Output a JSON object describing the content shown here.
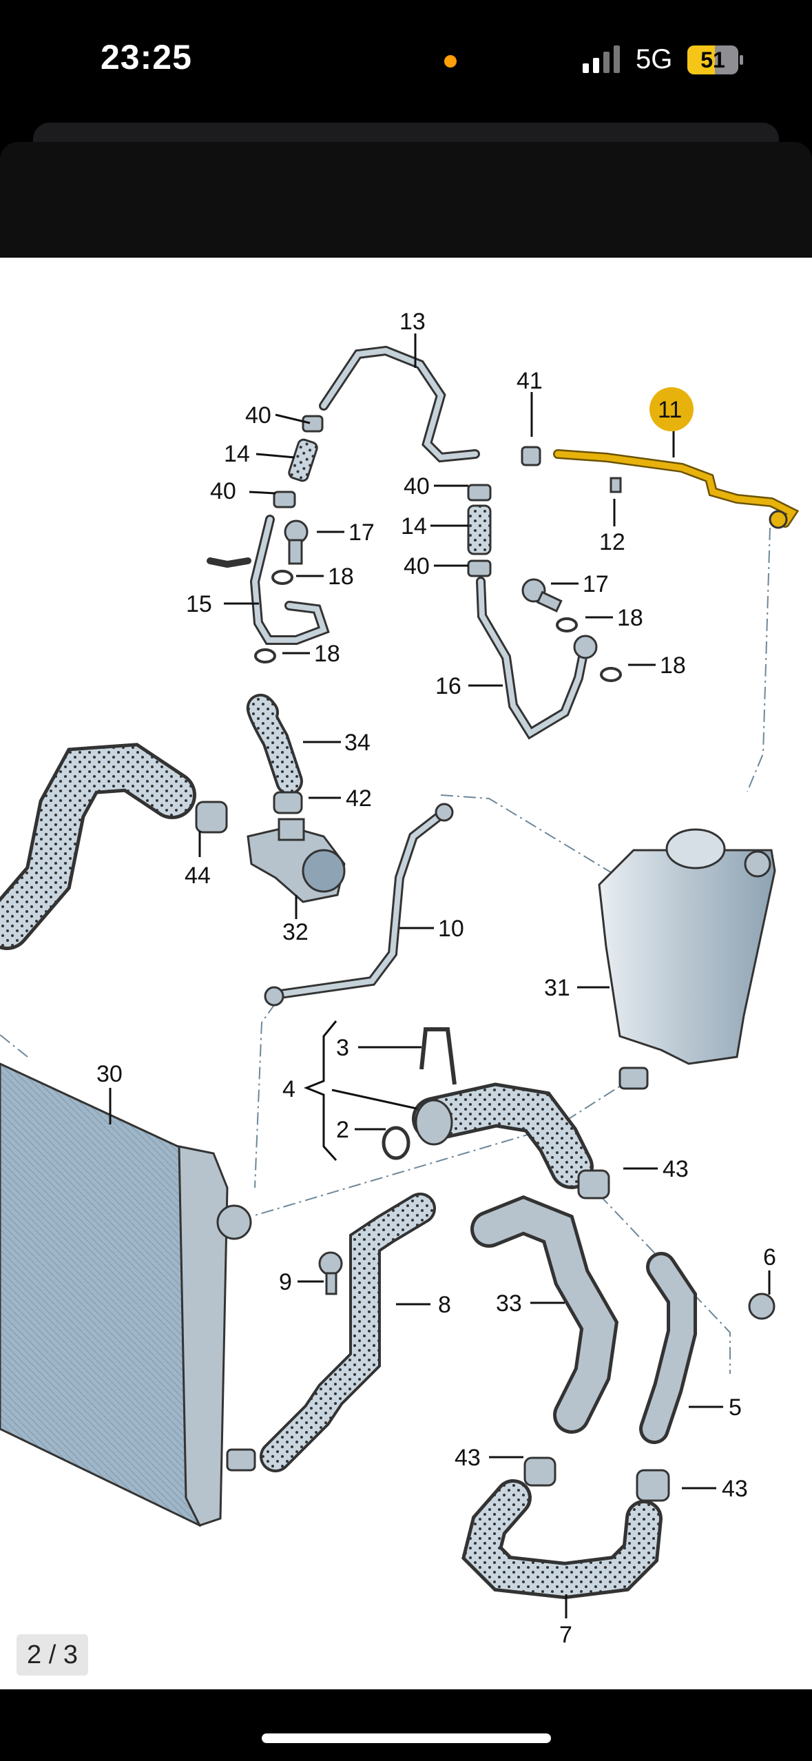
{
  "status_bar": {
    "time": "23:25",
    "network": "5G",
    "battery_level": "51",
    "privacy_dot_color": "#FF9F0A",
    "battery_color": "#F5C518"
  },
  "viewer": {
    "close_icon": "close-icon",
    "page_indicator": "2 / 3"
  },
  "diagram": {
    "highlight_color": "#E8B20C",
    "highlighted_part": "11",
    "callouts": [
      {
        "id": "13",
        "text": "13"
      },
      {
        "id": "41",
        "text": "41"
      },
      {
        "id": "11",
        "text": "11"
      },
      {
        "id": "40a",
        "text": "40"
      },
      {
        "id": "14a",
        "text": "14"
      },
      {
        "id": "40b",
        "text": "40"
      },
      {
        "id": "17a",
        "text": "17"
      },
      {
        "id": "18a",
        "text": "18"
      },
      {
        "id": "15",
        "text": "15"
      },
      {
        "id": "18b",
        "text": "18"
      },
      {
        "id": "40c",
        "text": "40"
      },
      {
        "id": "14b",
        "text": "14"
      },
      {
        "id": "40d",
        "text": "40"
      },
      {
        "id": "12",
        "text": "12"
      },
      {
        "id": "17b",
        "text": "17"
      },
      {
        "id": "18c",
        "text": "18"
      },
      {
        "id": "18d",
        "text": "18"
      },
      {
        "id": "16",
        "text": "16"
      },
      {
        "id": "34",
        "text": "34"
      },
      {
        "id": "42",
        "text": "42"
      },
      {
        "id": "44",
        "text": "44"
      },
      {
        "id": "32",
        "text": "32"
      },
      {
        "id": "10",
        "text": "10"
      },
      {
        "id": "31",
        "text": "31"
      },
      {
        "id": "30",
        "text": "30"
      },
      {
        "id": "3",
        "text": "3"
      },
      {
        "id": "4",
        "text": "4"
      },
      {
        "id": "2",
        "text": "2"
      },
      {
        "id": "43a",
        "text": "43"
      },
      {
        "id": "6",
        "text": "6"
      },
      {
        "id": "9",
        "text": "9"
      },
      {
        "id": "8",
        "text": "8"
      },
      {
        "id": "33",
        "text": "33"
      },
      {
        "id": "5",
        "text": "5"
      },
      {
        "id": "43b",
        "text": "43"
      },
      {
        "id": "43c",
        "text": "43"
      },
      {
        "id": "7",
        "text": "7"
      }
    ]
  }
}
